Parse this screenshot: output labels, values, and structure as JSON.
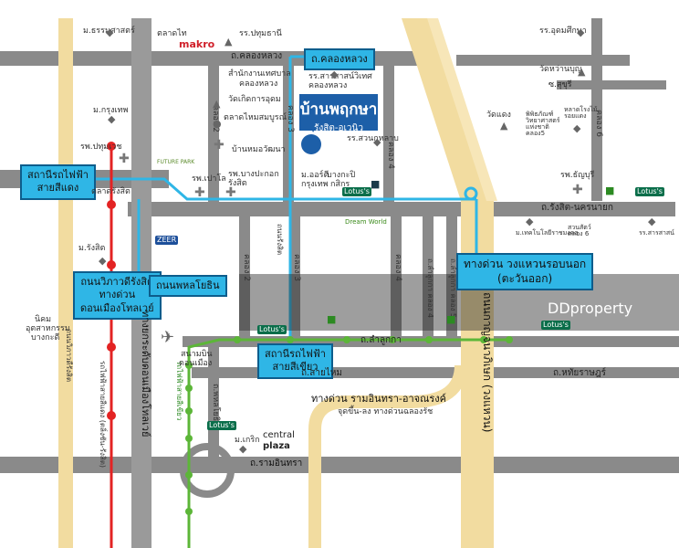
{
  "map": {
    "project": {
      "name": "บ้านพฤกษา",
      "subtitle": "รังสิต-อเวนิว"
    },
    "callouts": {
      "khlong_luang": "ถ.คลองหลวง",
      "red_station": [
        "สถานีรถไฟฟ้า",
        "สายสีแดง"
      ],
      "vibhavadi": [
        "ถนนวิภาวดีรังสิต",
        "ทางด่วน",
        "ดอนเมืองโทลเวย์"
      ],
      "phahonyothin": "ถนนพหลโยธิน",
      "green_station": [
        "สถานีรถไฟฟ้า",
        "สายสีเขียว"
      ],
      "outer_ring": [
        "ทางด่วน วงแหวนรอบนอก",
        "(ตะวันออก)"
      ],
      "ram_intra_exp": "ทางด่วน รามอินทรา-อาจณรงค์",
      "ram_intra_exp_sub": "จุดขึ้น-ลง ทางด่วนฉลองรัช"
    },
    "roads": {
      "khlong_luang": "ถ.คลองหลวง",
      "rangsit_nakhon_nayok": "ถ.รังสิต-นครนายก",
      "lam_luk_ka": "ถ.ลำลูกกา",
      "sai_mai": "ถ.สายไหม",
      "hathai_rat": "ถ.หทัยราษฎร์",
      "ram_intra": "ถ.รามอินทรา",
      "phahonyothin_v": "ถ.พหลโยธิน",
      "soi_sukhi": "ซ.สุขุรี",
      "khlong_2": "คลอง 2",
      "khlong_3": "คลอง 3",
      "khlong_4": "คลอง 4",
      "khlong_6": "คลอง 6",
      "khlong_2_low": "คลอง 2",
      "khlong_3_low": "คลอง 3",
      "khlong_4_low": "คลอง 4",
      "vibhavadi_v": "ทางยกระดับดอนเมืองโทลเวย์",
      "kanchanaphisek_v": "ถนนกาญจนาภิเษก (วงแหวน)",
      "red_line_v": "รถไฟฟ้าสายสีแดง (ตลิ่งชัน-รังสิต)",
      "green_line_v": "รถไฟฟ้าสายสีเขียว",
      "vibhavadi_left_v": "ถนนวิภาวดีรังสิต",
      "rangsit_rd_v": "ถนนรังสิต",
      "lam_luk_ka_4": "ถ.ลำลูกกา คลอง 4",
      "khlong_5": "ถ.ลำลูกกา คลอง 5",
      "khlong_6b": "ถ.ลำลูกกา คลอง 6"
    },
    "places": {
      "m_thammasat": "ม.ธรรมศาสตร์",
      "talad_thai": "ตลาดไท",
      "makro": "makro",
      "pathum_thani": "รร.ปทุมธานี",
      "khlong_luang_municipality": [
        "สำนักงานเทศบาล",
        "คลองหลวง"
      ],
      "watkeekang": "วัดเกิดการอุดม",
      "sarasas": [
        "รร.สารสาสน์วิเทศ",
        "คลองหลวง"
      ],
      "talad_nongmai": "ตลาดไหมสมบูรณ์",
      "home_wattana": "บ้านหมอวัฒนา",
      "suankulab": "รร.สวนกุหลาบ",
      "m_krungthep": "ม.กรุงเทพ",
      "rp_pathum": "รพ.ปทุมเวช",
      "future_park": "FUTURE PARK",
      "rp_phayao": "รพ.เปาโล",
      "rp_bangpakok": [
        "รพ.บางปะกอก",
        "รังสิต"
      ],
      "m_bangkok": [
        "ม.ออร์ตี",
        "กรุงเทพ"
      ],
      "bangkapi": [
        "บางกะปิ",
        "กสิกร"
      ],
      "lotus": "Lotus's",
      "zeer": "ZEER",
      "talad_rangsit": "ตลาดรังสิต",
      "m_rangsit": "ม.รังสิต",
      "nikhom": [
        "นิคม",
        "อุตสาหกรรม",
        "บางกะดี"
      ],
      "rr_udomsuksa": "รร.อุดมศึกษา",
      "wat_nongbun": "วัดหว่านบุญ",
      "wat_ban": "วัดแดง",
      "museum": [
        "พิพิธภัณฑ์",
        "วิทยาศาสตร์",
        "แห่งชาติ",
        "คลอง5"
      ],
      "rk_nakorn": [
        "หลาดโรงไม้",
        "รอยแดง"
      ],
      "rp_thanyaburi": "รพ.ธัญบุรี",
      "m_tech_rmutt": "ม.เทคโนโลยีราชมงคล",
      "suan_rot": [
        "สวนสัตว์",
        "สวนสัตว์",
        "คลอง 6"
      ],
      "rr_sarasin": "รร.สารสาสน์",
      "dream_world": "Dream World",
      "suan_doncheng": [
        "สนามบิน",
        "ดอนเมือง"
      ],
      "m_kasem": "ม.เกริก",
      "central": "central",
      "plaza": "plaza"
    },
    "watermark": "DDproperty"
  },
  "colors": {
    "road": "#8a8a8a",
    "blue_route": "#2fb6e6",
    "red_line": "#e32323",
    "green_line": "#5cb638",
    "expressway": "#f2dca0",
    "project": "#1d5fa8"
  }
}
